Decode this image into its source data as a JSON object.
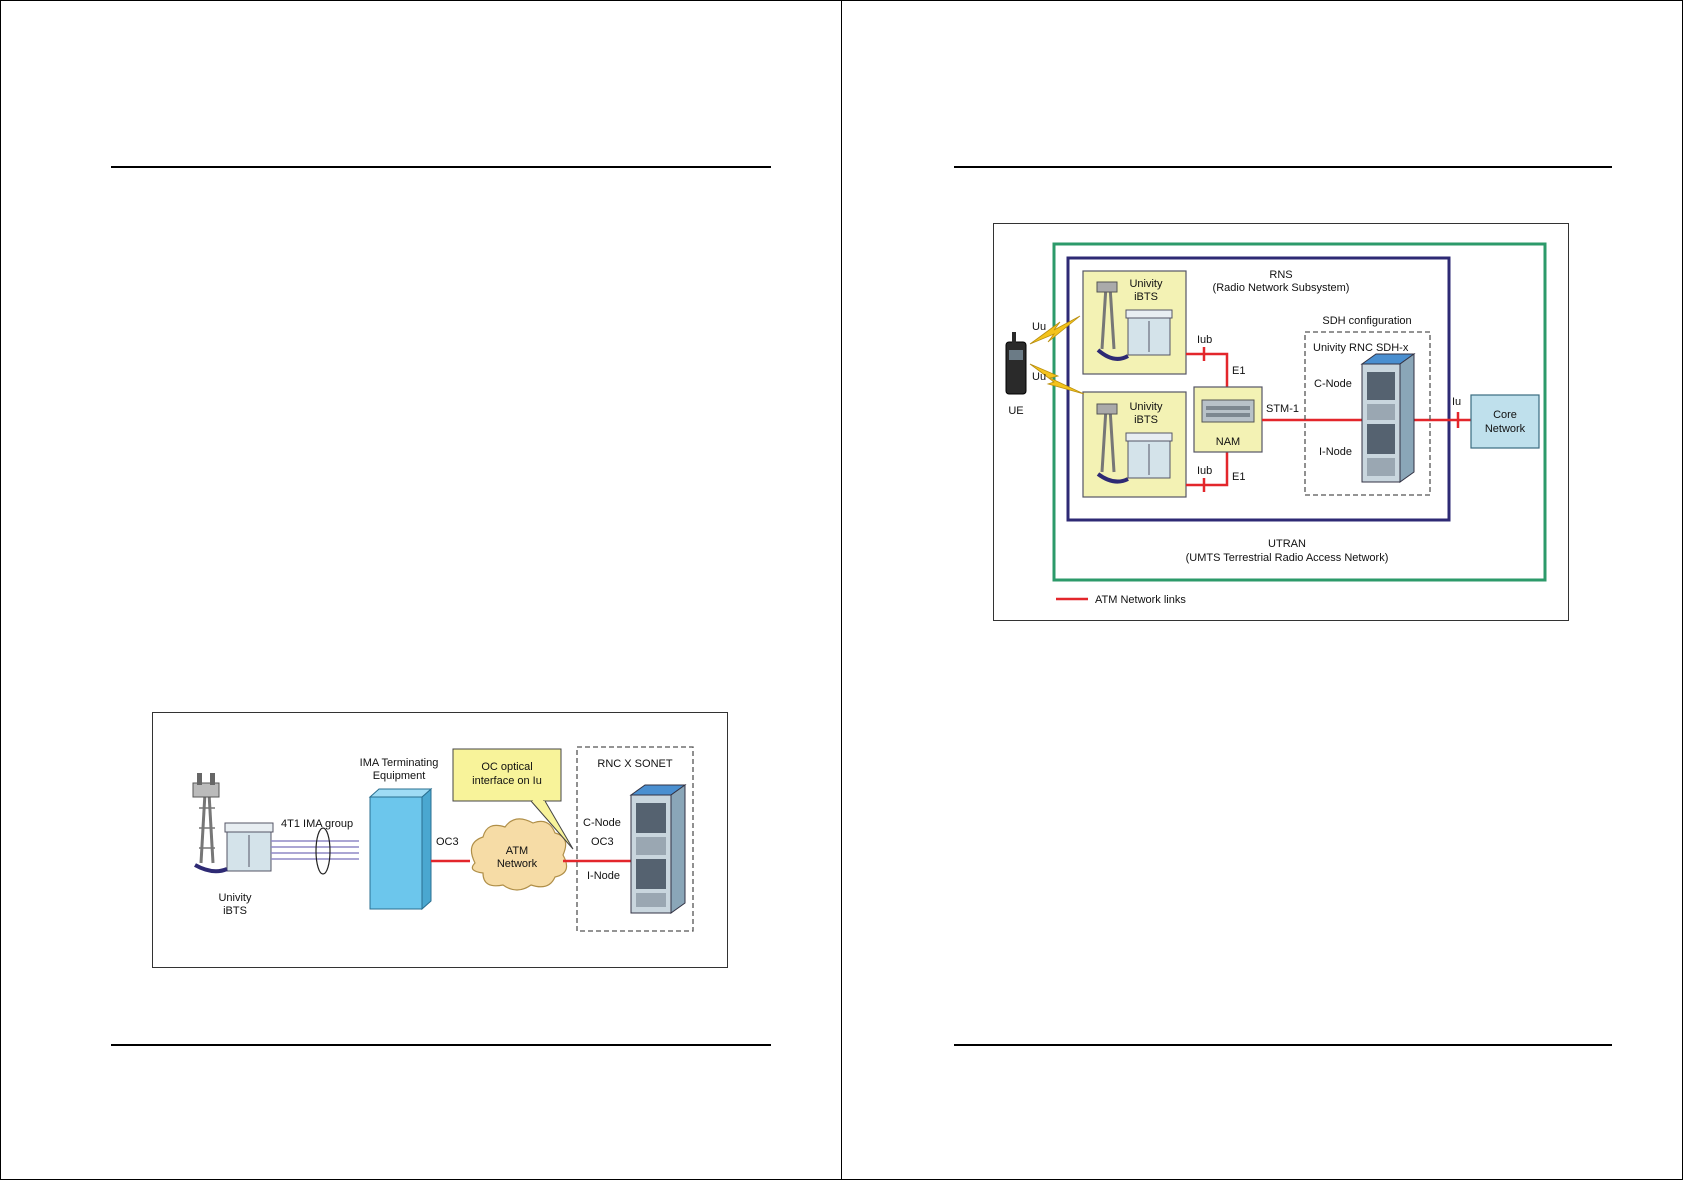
{
  "left_figure": {
    "callout": {
      "line1": "OC optical",
      "line2": "interface on Iu"
    },
    "ima_terminating": {
      "line1": "IMA Terminating",
      "line2": "Equipment"
    },
    "ima_group_label": "4T1 IMA group",
    "oc3_label": "OC3",
    "atm_cloud": {
      "line1": "ATM",
      "line2": "Network"
    },
    "rnc_box_title": "RNC X SONET",
    "c_node": "C-Node",
    "oc3_inner": "OC3",
    "i_node": "I-Node",
    "bts": {
      "line1": "Univity",
      "line2": "iBTS"
    }
  },
  "right_figure": {
    "rns": {
      "line1": "RNS",
      "line2": "(Radio Network Subsystem)"
    },
    "bts_top": {
      "line1": "Univity",
      "line2": "iBTS"
    },
    "bts_bottom": {
      "line1": "Univity",
      "line2": "iBTS"
    },
    "uu_top": "Uu",
    "uu_bottom": "Uu",
    "ue": "UE",
    "iub_top": "Iub",
    "iub_bottom": "Iub",
    "e1_top": "E1",
    "e1_bottom": "E1",
    "nam": "NAM",
    "stm1": "STM-1",
    "sdh_config": "SDH configuration",
    "rnc_sdh": "Univity RNC SDH-x",
    "c_node": "C-Node",
    "i_node": "I-Node",
    "iu": "Iu",
    "core_network": {
      "line1": "Core",
      "line2": "Network"
    },
    "utran": {
      "line1": "UTRAN",
      "line2": "(UMTS Terrestrial Radio Access Network)"
    },
    "legend": "ATM Network links"
  },
  "colors": {
    "atm_link": "#e3262b",
    "utran_border": "#2c9a6a",
    "rns_border": "#2e2a74",
    "bts_box": "#f3f2b4",
    "callout": "#f8f39a",
    "cyan_equipment": "#6cc6ec",
    "cloud": "#f6dca6",
    "core_box": "#bfe0ec",
    "lightning": "#f4c31c"
  }
}
